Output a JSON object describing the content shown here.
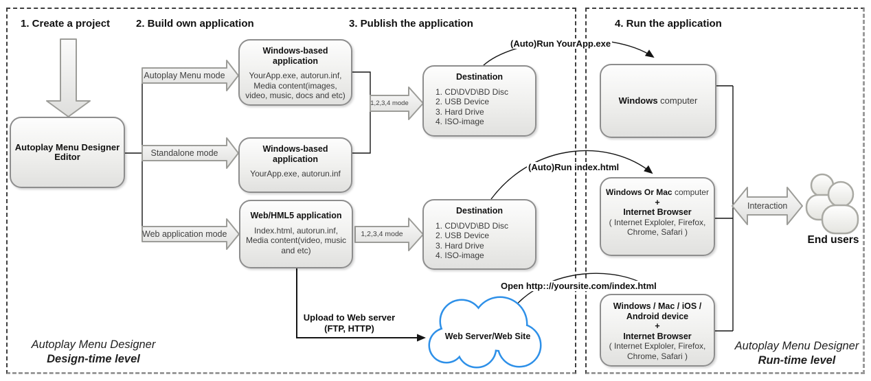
{
  "headings": {
    "step1": "1. Create a project",
    "step2": "2. Build own application",
    "step3": "3. Publish the application",
    "step4": "4. Run the application"
  },
  "boxes": {
    "editor": {
      "title": "Autoplay Menu Designer Editor"
    },
    "win_app_menu": {
      "title": "Windows-based application",
      "body": "YourApp.exe, autorun.inf, Media content(images, video, music, docs and etc)"
    },
    "win_app_standalone": {
      "title": "Windows-based application",
      "body": "YourApp.exe, autorun.inf"
    },
    "web_app": {
      "title": "Web/HML5 application",
      "body": "Index.html, autorun.inf, Media content(video, music and etc)"
    },
    "destination_top": {
      "title": "Destination",
      "items": [
        "1. CD\\DVD\\BD Disc",
        "2. USB Device",
        "3. Hard Drive",
        "4. ISO-image"
      ]
    },
    "destination_bottom": {
      "title": "Destination",
      "items": [
        "1. CD\\DVD\\BD Disc",
        "2. USB Device",
        "3. Hard Drive",
        "4. ISO-image"
      ]
    },
    "windows_computer": {
      "bold": "Windows",
      "rest": " computer"
    },
    "winmac_computer": {
      "bold1": "Windows Or Mac",
      "rest1": " computer",
      "plus": "+",
      "browser": "Internet Browser",
      "browsers1": "( Internet Exploler, Firefox,",
      "browsers2": "Chrome, Safari )"
    },
    "device": {
      "line1": "Windows / Mac / iOS /",
      "line2": "Android device",
      "plus": "+",
      "browser": "Internet Browser",
      "browsers1": "( Internet Exploler, Firefox,",
      "browsers2": "Chrome, Safari )"
    }
  },
  "arrows": {
    "autoplay_menu_mode": "Autoplay Menu mode",
    "standalone_mode": "Standalone mode",
    "web_application_mode": "Web application mode",
    "mode_1234_top": "1,2,3,4 mode",
    "mode_1234_bottom": "1,2,3,4 mode",
    "interaction": "Interaction"
  },
  "flow_labels": {
    "autorun_exe": "(Auto)Run YourApp.exe",
    "autorun_html": "(Auto)Run index.html",
    "open_url": "Open http:://yoursite.com/index.html",
    "upload_line1": "Upload to Web server",
    "upload_line2": "(FTP, HTTP)"
  },
  "cloud": {
    "label": "Web Server/Web Site"
  },
  "end_users": {
    "label": "End users"
  },
  "footers": {
    "design": {
      "line1": "Autoplay Menu Designer",
      "line2": "Design-time level"
    },
    "run": {
      "line1": "Autoplay Menu Designer",
      "line2": "Run-time level"
    }
  },
  "colors": {
    "box_border": "#8d8d8d",
    "box_fill_top": "#fdfdfd",
    "box_fill_bottom": "#e1e1df",
    "cloud_stroke": "#2e90e8",
    "line": "#141414",
    "dash_dark": "#3d3d3d",
    "dash_gray": "#9a9a9a"
  }
}
